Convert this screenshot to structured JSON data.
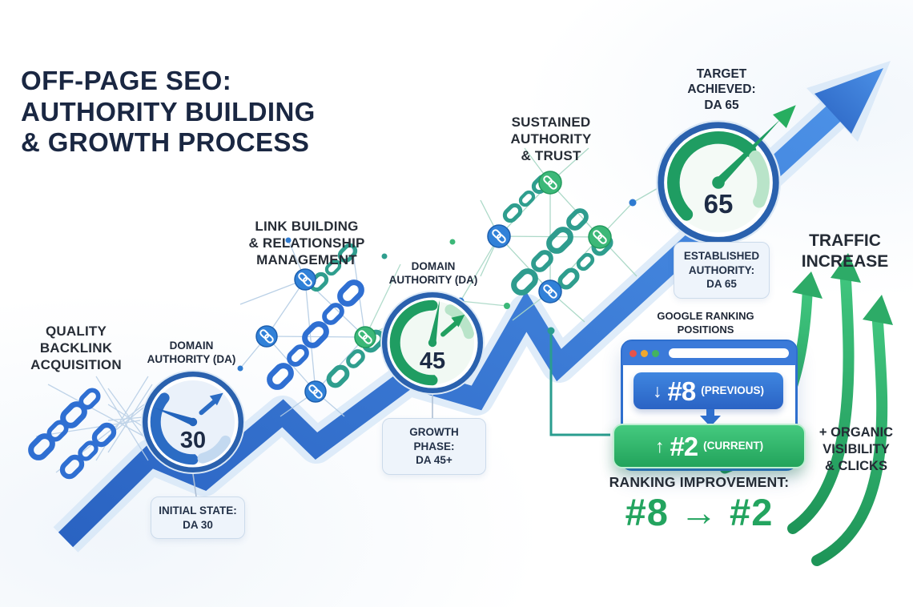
{
  "title": "OFF-PAGE SEO:\nAUTHORITY BUILDING\n& GROWTH PROCESS",
  "stages": {
    "backlink_label": "QUALITY\nBACKLINK\nACQUISITION",
    "linkbuilding_label": "LINK BUILDING\n& RELATIONSHIP\nMANAGEMENT",
    "sustained_label": "SUSTAINED\nAUTHORITY\n& TRUST"
  },
  "gauges": [
    {
      "heading": "DOMAIN\nAUTHORITY (DA)",
      "value": "30",
      "note": "INITIAL STATE:\nDA 30"
    },
    {
      "heading": "DOMAIN\nAUTHORITY (DA)",
      "value": "45",
      "note": "GROWTH PHASE:\nDA 45+"
    },
    {
      "heading": "TARGET\nACHIEVED:\nDA 65",
      "value": "65",
      "note": "ESTABLISHED\nAUTHORITY:\nDA 65"
    }
  ],
  "ranking_panel": {
    "heading": "GOOGLE RANKING\nPOSITIONS",
    "previous_arrow": "↓",
    "previous_rank": "#8",
    "previous_label": "(PREVIOUS)",
    "current_arrow": "↑",
    "current_rank": "#2",
    "current_label": "(CURRENT)"
  },
  "summary": {
    "improvement_label": "RANKING IMPROVEMENT:",
    "improvement_value": "#8 → #2",
    "traffic_label": "TRAFFIC\nINCREASE",
    "organic_label": "+ ORGANIC\nVISIBILITY\n& CLICKS"
  },
  "colors": {
    "blue": "#2e6fce",
    "green": "#23a35c",
    "teal": "#2a9d8f",
    "light_green": "#b9e4c9",
    "navy": "#1a2742"
  }
}
